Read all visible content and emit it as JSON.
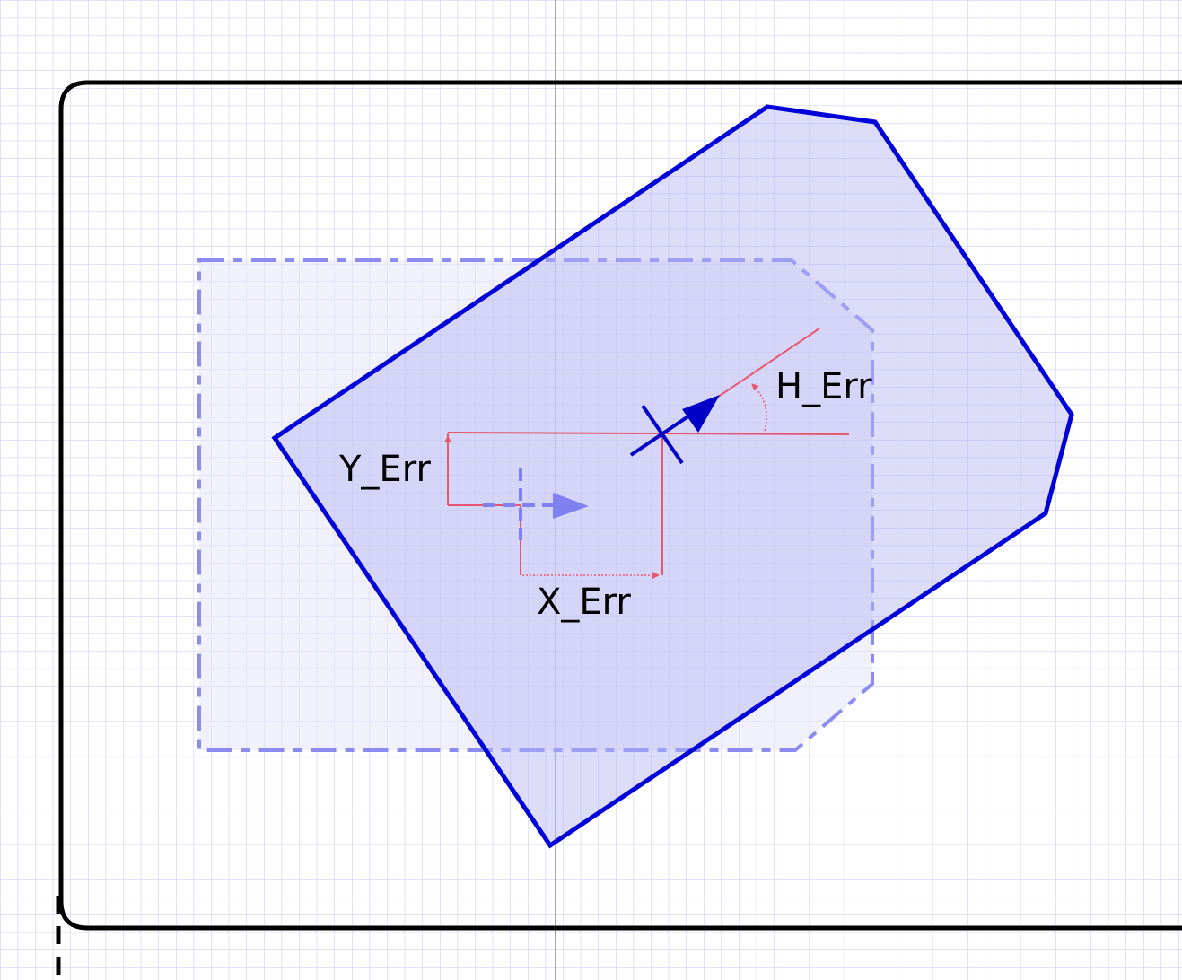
{
  "labels": {
    "y_err": "Y_Err",
    "x_err": "X_Err",
    "h_err": "H_Err"
  },
  "colors": {
    "background": "#ffffff",
    "grid": "#b8b8f0",
    "boundary": "#000000",
    "target_outline": "#8c8cf0",
    "target_fill": "#eeeefc",
    "actual_outline": "#0000d8",
    "actual_fill": "#c8c8f8",
    "error_lines": "#e8566e",
    "heading_arrow": "#0000c8"
  },
  "icons": {
    "target_pose_marker": "dashed-crosshair-arrow",
    "actual_pose_marker": "cross-arrow"
  }
}
